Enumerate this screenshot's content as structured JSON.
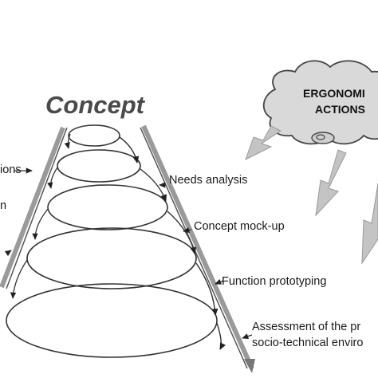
{
  "title": "Concept",
  "cloud": {
    "line1": "ERGONOMI",
    "line2": "ACTIONS"
  },
  "right_labels": [
    "Needs analysis",
    "Concept mock-up",
    "Function prototyping",
    "Assessment of the pr",
    "socio-technical enviro"
  ],
  "left_labels": [
    "ions",
    "n"
  ],
  "colors": {
    "funnel": "#8a8a8a",
    "arrow": "#b8b8b8",
    "cloud": "#d6d6d6",
    "text": "#1a1a1a"
  }
}
